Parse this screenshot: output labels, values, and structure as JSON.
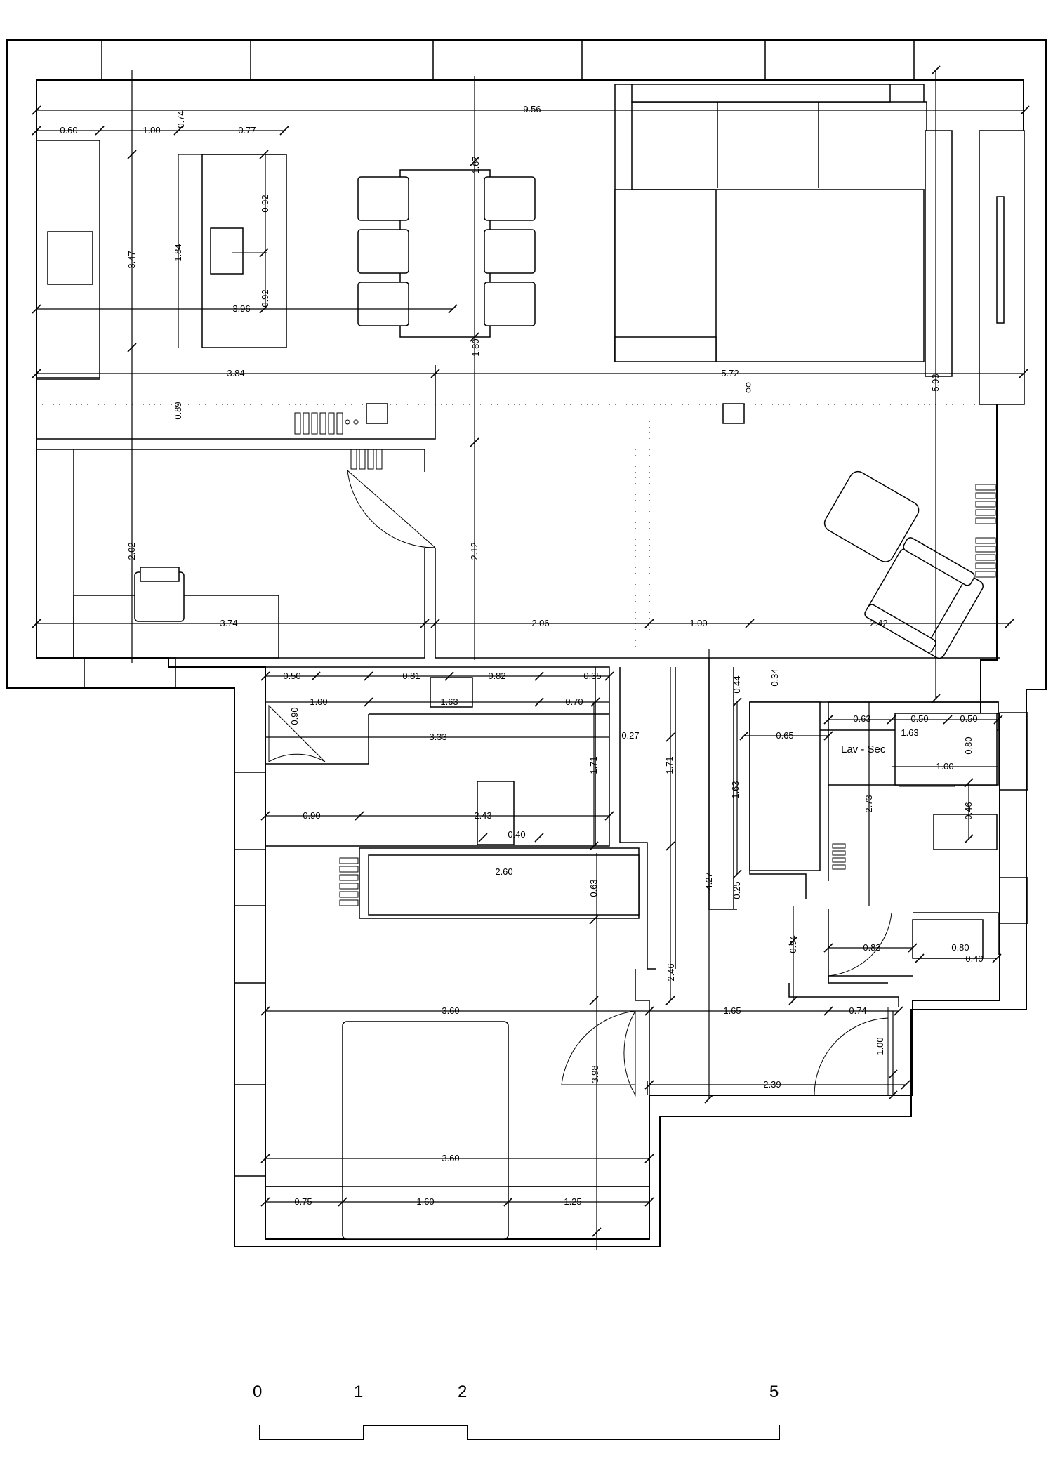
{
  "plan": {
    "room_label": "Lav - Sec",
    "dimensions": [
      {
        "id": "d-956",
        "label": "9.56"
      },
      {
        "id": "d-060-top",
        "label": "0.60"
      },
      {
        "id": "d-100-top",
        "label": "1.00"
      },
      {
        "id": "d-074",
        "label": "0.74"
      },
      {
        "id": "d-077",
        "label": "0.77"
      },
      {
        "id": "d-167",
        "label": "1.67"
      },
      {
        "id": "d-092a",
        "label": "0.92"
      },
      {
        "id": "d-092b",
        "label": "0.92"
      },
      {
        "id": "d-347",
        "label": "3.47"
      },
      {
        "id": "d-184",
        "label": "1.84"
      },
      {
        "id": "d-396",
        "label": "3.96"
      },
      {
        "id": "d-180",
        "label": "1.80"
      },
      {
        "id": "d-384",
        "label": "3.84"
      },
      {
        "id": "d-089",
        "label": "0.89"
      },
      {
        "id": "d-572",
        "label": "5.72"
      },
      {
        "id": "d-593",
        "label": "5.93"
      },
      {
        "id": "d-202",
        "label": "2.02"
      },
      {
        "id": "d-212",
        "label": "2.12"
      },
      {
        "id": "d-374",
        "label": "3.74"
      },
      {
        "id": "d-206",
        "label": "2.06"
      },
      {
        "id": "d-100-mid",
        "label": "1.00"
      },
      {
        "id": "d-242",
        "label": "2.42"
      },
      {
        "id": "d-050a",
        "label": "0.50"
      },
      {
        "id": "d-081",
        "label": "0.81"
      },
      {
        "id": "d-082",
        "label": "0.82"
      },
      {
        "id": "d-035",
        "label": "0.35"
      },
      {
        "id": "d-044",
        "label": "0.44"
      },
      {
        "id": "d-034",
        "label": "0.34"
      },
      {
        "id": "d-100-bath",
        "label": "1.00"
      },
      {
        "id": "d-163a",
        "label": "1.63"
      },
      {
        "id": "d-070",
        "label": "0.70"
      },
      {
        "id": "d-090v",
        "label": "0.90"
      },
      {
        "id": "d-333",
        "label": "3.33"
      },
      {
        "id": "d-027",
        "label": "0.27"
      },
      {
        "id": "d-171a",
        "label": "1.71"
      },
      {
        "id": "d-171b",
        "label": "1.71"
      },
      {
        "id": "d-065",
        "label": "0.65"
      },
      {
        "id": "d-063",
        "label": "0.63"
      },
      {
        "id": "d-050b",
        "label": "0.50"
      },
      {
        "id": "d-050c",
        "label": "0.50"
      },
      {
        "id": "d-163b",
        "label": "1.63"
      },
      {
        "id": "d-163c",
        "label": "1.63"
      },
      {
        "id": "d-080a",
        "label": "0.80"
      },
      {
        "id": "d-100-lav",
        "label": "1.00"
      },
      {
        "id": "d-090h",
        "label": "0.90"
      },
      {
        "id": "d-243",
        "label": "2.43"
      },
      {
        "id": "d-040a",
        "label": "0.40"
      },
      {
        "id": "d-046",
        "label": "0.46"
      },
      {
        "id": "d-273",
        "label": "2.73"
      },
      {
        "id": "d-260",
        "label": "2.60"
      },
      {
        "id": "d-063v",
        "label": "0.63"
      },
      {
        "id": "d-427",
        "label": "4.27"
      },
      {
        "id": "d-025",
        "label": "0.25"
      },
      {
        "id": "d-094",
        "label": "0.94"
      },
      {
        "id": "d-083",
        "label": "0.83"
      },
      {
        "id": "d-080b",
        "label": "0.80"
      },
      {
        "id": "d-040b",
        "label": "0.40"
      },
      {
        "id": "d-246",
        "label": "2.46"
      },
      {
        "id": "d-360a",
        "label": "3.60"
      },
      {
        "id": "d-165",
        "label": "1.65"
      },
      {
        "id": "d-074b",
        "label": "0.74"
      },
      {
        "id": "d-100v",
        "label": "1.00"
      },
      {
        "id": "d-398",
        "label": "3.98"
      },
      {
        "id": "d-239",
        "label": "2.39"
      },
      {
        "id": "d-360b",
        "label": "3.60"
      },
      {
        "id": "d-075",
        "label": "0.75"
      },
      {
        "id": "d-160",
        "label": "1.60"
      },
      {
        "id": "d-125",
        "label": "1.25"
      }
    ]
  },
  "scale_bar": {
    "labels": [
      "0",
      "1",
      "2",
      "5"
    ]
  }
}
